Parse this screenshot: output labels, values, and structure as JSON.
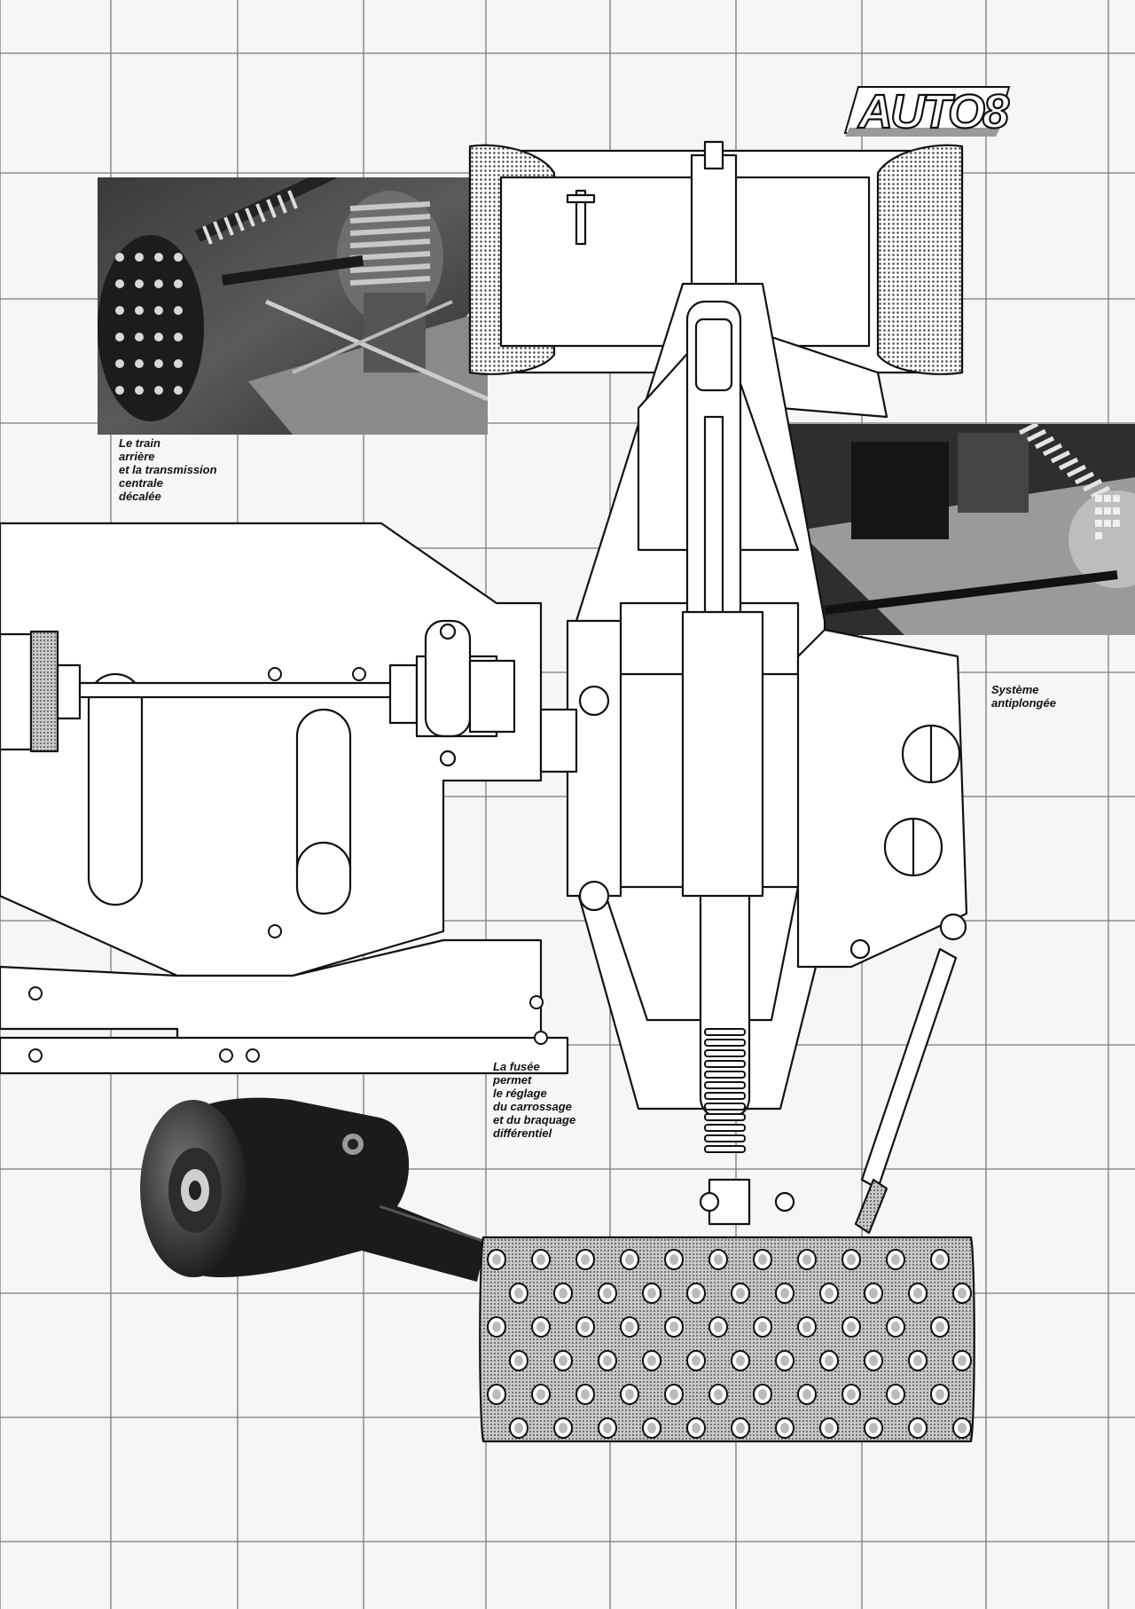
{
  "logo": {
    "text": "AUTO8"
  },
  "captions": {
    "rear_train": [
      "Le train",
      "arrière",
      "et la transmission",
      "centrale",
      "décalée"
    ],
    "anti_dive": [
      "Système",
      "antiplongée"
    ],
    "stub_axle": [
      "La fusée",
      "permet",
      "le réglage",
      "du carrossage",
      "et du braquage",
      "différentiel"
    ]
  }
}
